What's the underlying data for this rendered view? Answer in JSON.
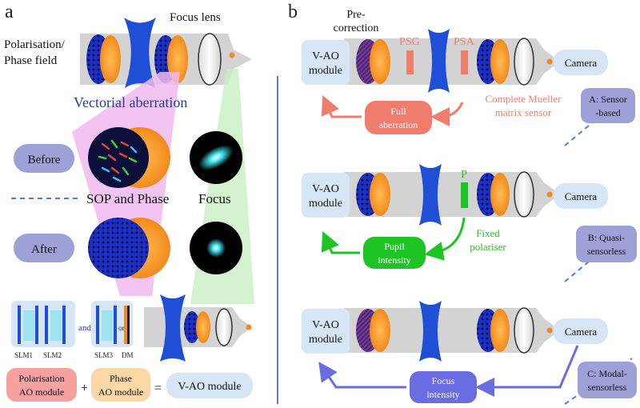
{
  "panel_a": {
    "label": "a",
    "field_label": [
      "Polarisation/",
      "Phase field"
    ],
    "lens_label": "Focus lens",
    "aberration_title": "Vectorial aberration",
    "before_label": "Before",
    "after_label": "After",
    "sop_label": "SOP and Phase",
    "focus_label": "Focus",
    "slm1": "SLM1",
    "slm2": "SLM2",
    "slm3": "SLM3",
    "dm": "DM",
    "and_text": "and",
    "or_text": "or",
    "pol_module": [
      "Polarisation",
      "AO module"
    ],
    "plus": "+",
    "phase_module": [
      "Phase",
      "AO module"
    ],
    "equals": "=",
    "vao_module": "V-AO module"
  },
  "panel_b": {
    "label": "b",
    "precorrection": [
      "Pre-",
      "correction"
    ],
    "rows": [
      {
        "module": [
          "V-AO",
          "module"
        ],
        "camera": "Camera",
        "elements": [
          "PSG",
          "PSA"
        ],
        "feedback": [
          "Full",
          "aberration"
        ],
        "sensor": [
          "Complete Mueller",
          "matrix sensor"
        ],
        "tag": [
          "A: Sensor",
          "-based"
        ]
      },
      {
        "module": [
          "V-AO",
          "module"
        ],
        "camera": "Camera",
        "elements": [
          "P"
        ],
        "feedback": [
          "Pupil",
          "intensity"
        ],
        "sensor": [
          "Fixed",
          "polariser"
        ],
        "tag": [
          "B: Quasi-",
          "sensorless"
        ]
      },
      {
        "module": [
          "V-AO",
          "module"
        ],
        "camera": "Camera",
        "elements": [],
        "feedback": [
          "Focus",
          "intensity"
        ],
        "sensor": [],
        "tag": [
          "C: Modal-",
          "sensorless"
        ]
      }
    ]
  },
  "colors": {
    "beam": "#d3d3d3",
    "lens_blue": "#1f4fd6",
    "orange": "#f7a233",
    "row_a_red": "#f07d6b",
    "row_b_green": "#1ec424",
    "row_c_blue": "#6a6ce2",
    "tag_purple": "#9ea0d8",
    "module_box": "#d6e6f7",
    "aberration_blue": "#1d3ea8"
  }
}
